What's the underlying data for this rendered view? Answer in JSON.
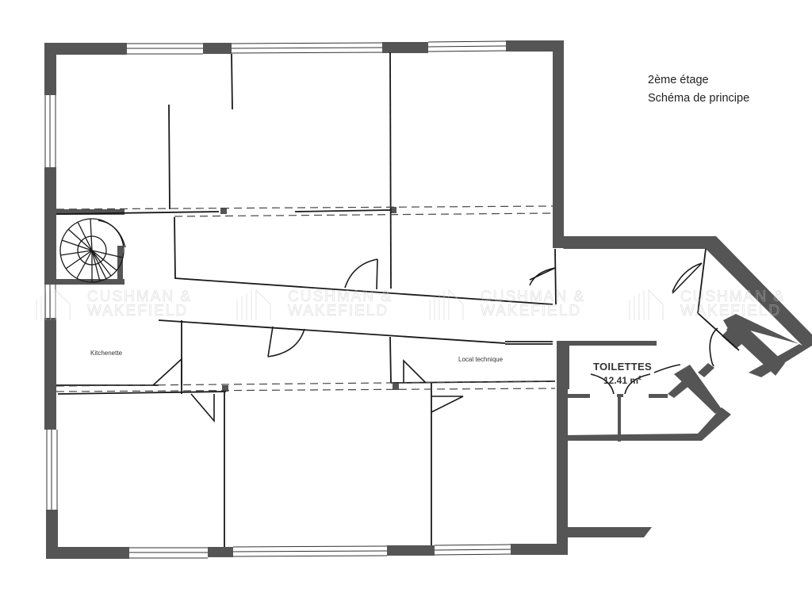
{
  "header": {
    "floor": "2ème étage",
    "subtitle": "Schéma de principe"
  },
  "rooms": {
    "kitchenette": "Kitchenette",
    "local_technique": "Local technique",
    "toilettes": {
      "label": "TOILETTES",
      "area_value": "12.41 m",
      "area_unit_sup": "2"
    }
  },
  "watermark": {
    "line1": "CUSHMAN &",
    "line2": "WAKEFIELD",
    "icon": "building-logo-icon"
  },
  "colors": {
    "wall": "#555555",
    "line": "#1a1a1a",
    "dashed": "#444444",
    "watermark": "#c8c8c8",
    "background": "#ffffff"
  }
}
